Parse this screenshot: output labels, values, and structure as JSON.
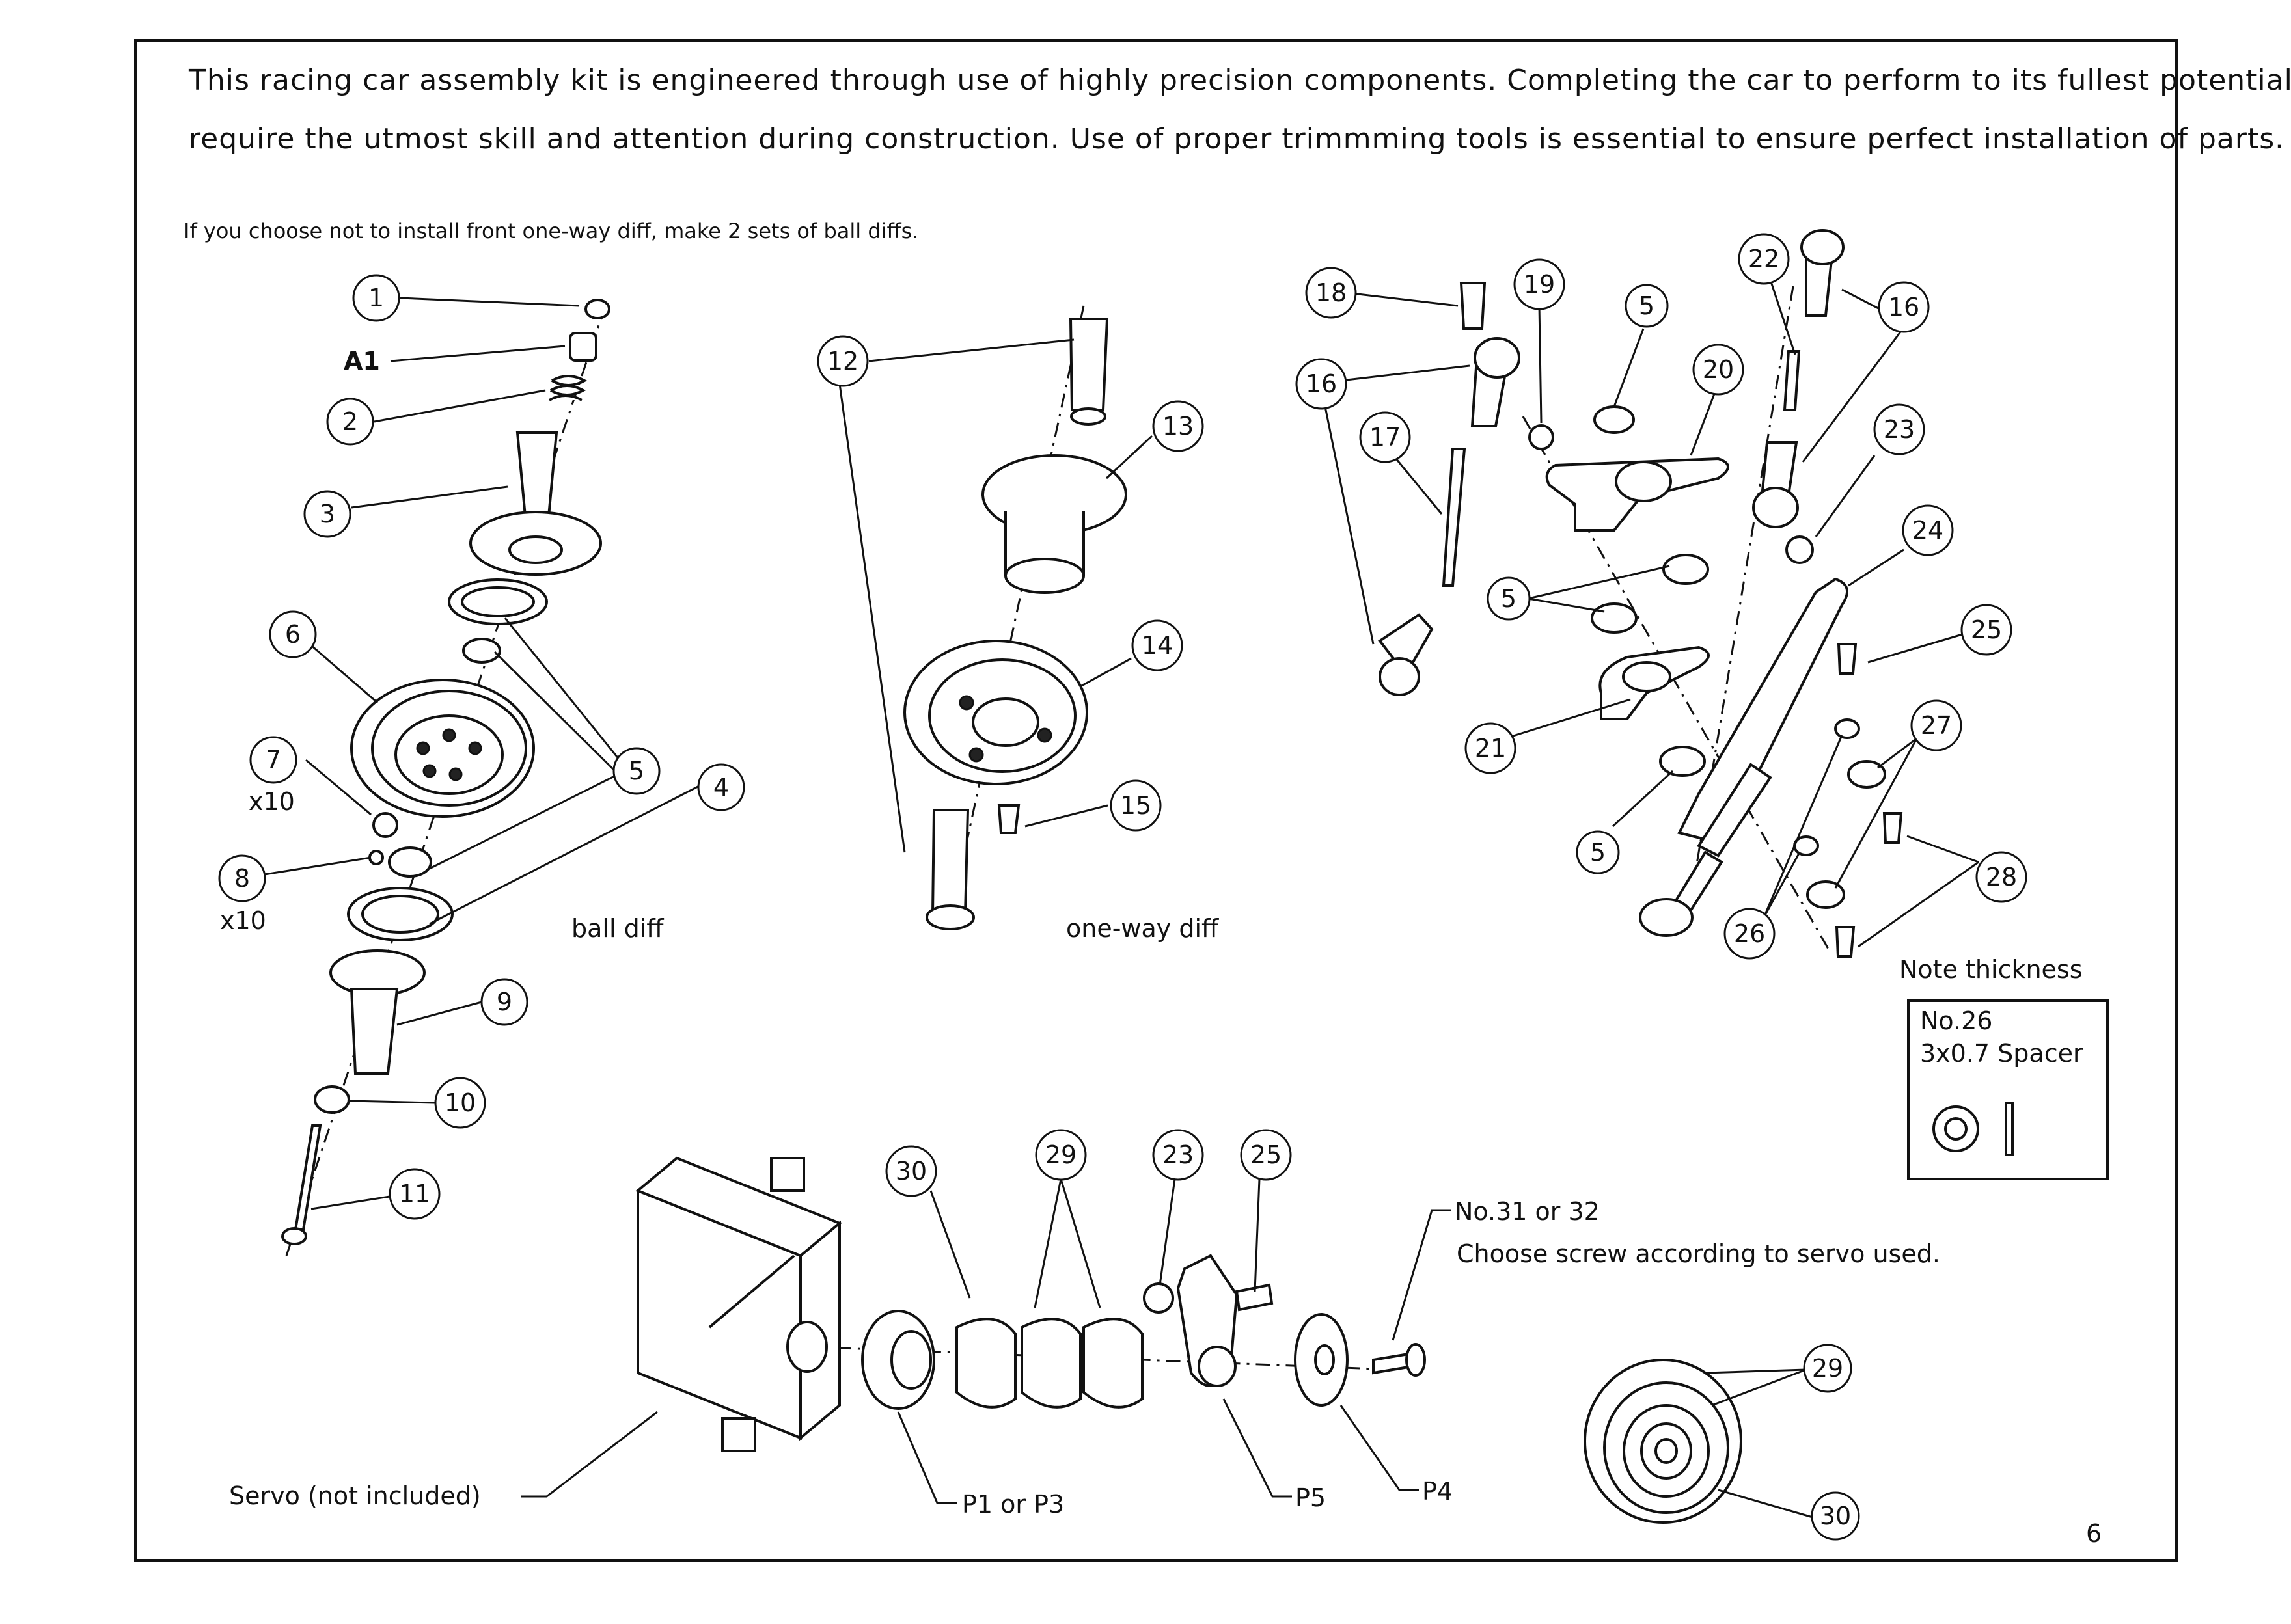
{
  "intro": {
    "line1": "This racing car assembly kit is engineered through use of highly precision components. Completing the car to perform to its fullest potential shall",
    "line2": "require the utmost skill and attention during construction. Use of proper trimmming tools is essential to ensure perfect installation of parts."
  },
  "diff_note": "If you choose not to install front one-way diff, make 2 sets of ball diffs.",
  "ball_diff": {
    "title": "ball diff",
    "label_a1": "A1",
    "qty_7": "x10",
    "qty_8": "x10",
    "callouts": [
      "1",
      "2",
      "3",
      "4",
      "5",
      "6",
      "7",
      "8",
      "9",
      "10",
      "11"
    ]
  },
  "oneway_diff": {
    "title": "one-way diff",
    "callouts": [
      "12",
      "13",
      "14",
      "15"
    ]
  },
  "steering": {
    "callouts": [
      "16",
      "16",
      "17",
      "18",
      "19",
      "5",
      "20",
      "22",
      "23",
      "24",
      "25",
      "5",
      "21",
      "5",
      "26",
      "27",
      "28"
    ]
  },
  "note_box": {
    "title": "Note thickness",
    "line1": "No.26",
    "line2": "3x0.7 Spacer"
  },
  "servo": {
    "servo_label": "Servo (not included)",
    "p1_label": "P1 or P3",
    "p5_label": "P5",
    "p4_label": "P4",
    "screw_label": "No.31 or 32",
    "screw_note": "Choose screw according to servo used.",
    "callouts": [
      "30",
      "29",
      "23",
      "25",
      "29",
      "30"
    ]
  },
  "page_number": "6"
}
